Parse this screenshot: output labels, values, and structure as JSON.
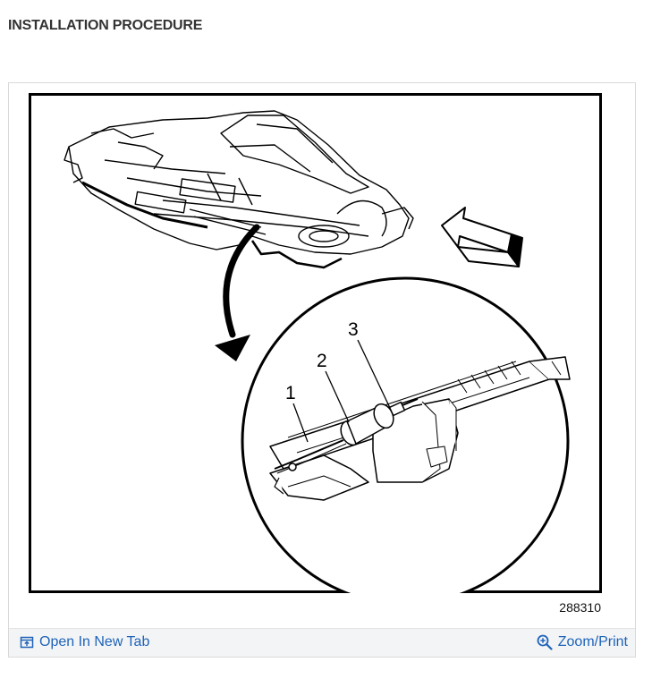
{
  "section": {
    "title": "INSTALLATION PROCEDURE"
  },
  "figure": {
    "id": "288310",
    "callouts": [
      "1",
      "2",
      "3"
    ]
  },
  "footer": {
    "open_label": "Open In New Tab",
    "zoom_label": "Zoom/Print",
    "open_icon": "open-in-new-tab-icon",
    "zoom_icon": "magnifier-plus-icon",
    "link_color": "#1e63b8"
  }
}
